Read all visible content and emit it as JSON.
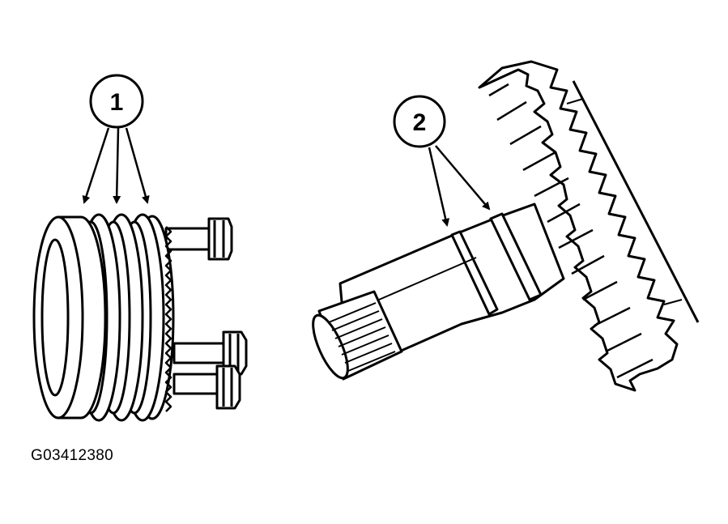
{
  "figure": {
    "id": "G03412380"
  },
  "callouts": [
    {
      "label": "1",
      "part": "pulley-grooves"
    },
    {
      "label": "2",
      "part": "shaft-seal-rings"
    }
  ],
  "colors": {
    "ink": "#000000",
    "paper": "#ffffff"
  }
}
